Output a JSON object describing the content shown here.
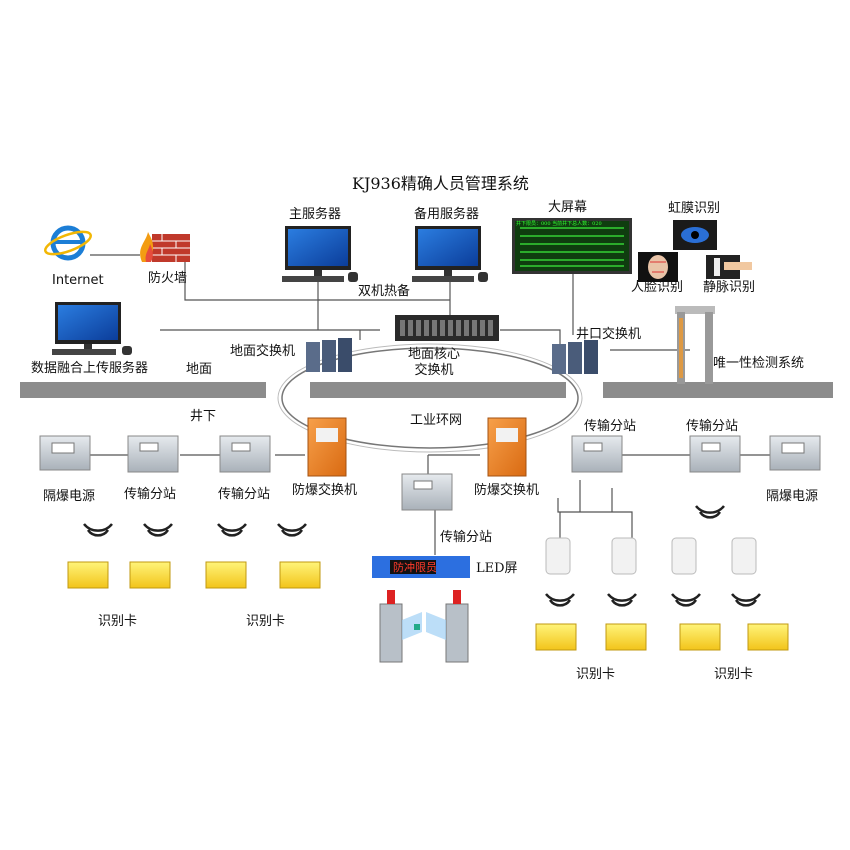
{
  "title": "KJ936精确人员管理系统",
  "labels": {
    "internet": "Internet",
    "firewall": "防火墙",
    "main_server": "主服务器",
    "backup_server": "备用服务器",
    "hot_standby": "双机热备",
    "big_screen": "大屏幕",
    "iris": "虹膜识别",
    "face": "人脸识别",
    "vein": "静脉识别",
    "data_server": "数据融合上传服务器",
    "ground_switch": "地面交换机",
    "core_switch": "地面核心\n交换机",
    "shaft_switch": "井口交换机",
    "unique_detect": "唯一性检测系统",
    "ground": "地面",
    "underground": "井下",
    "ring_network": "工业环网",
    "power_left": "隔爆电源",
    "station_1": "传输分站",
    "station_2": "传输分站",
    "ex_switch_left": "防爆交换机",
    "ex_switch_right": "防爆交换机",
    "station_center": "传输分站",
    "station_right1": "传输分站",
    "station_right2": "传输分站",
    "power_right": "隔爆电源",
    "led": "LED屏",
    "led_text": "防冲限员",
    "card_left1": "识别卡",
    "card_left2": "识别卡",
    "card_right1": "识别卡",
    "card_right2": "识别卡"
  },
  "screen_rows": "井下限员：000  当前井下总人数：020"
}
